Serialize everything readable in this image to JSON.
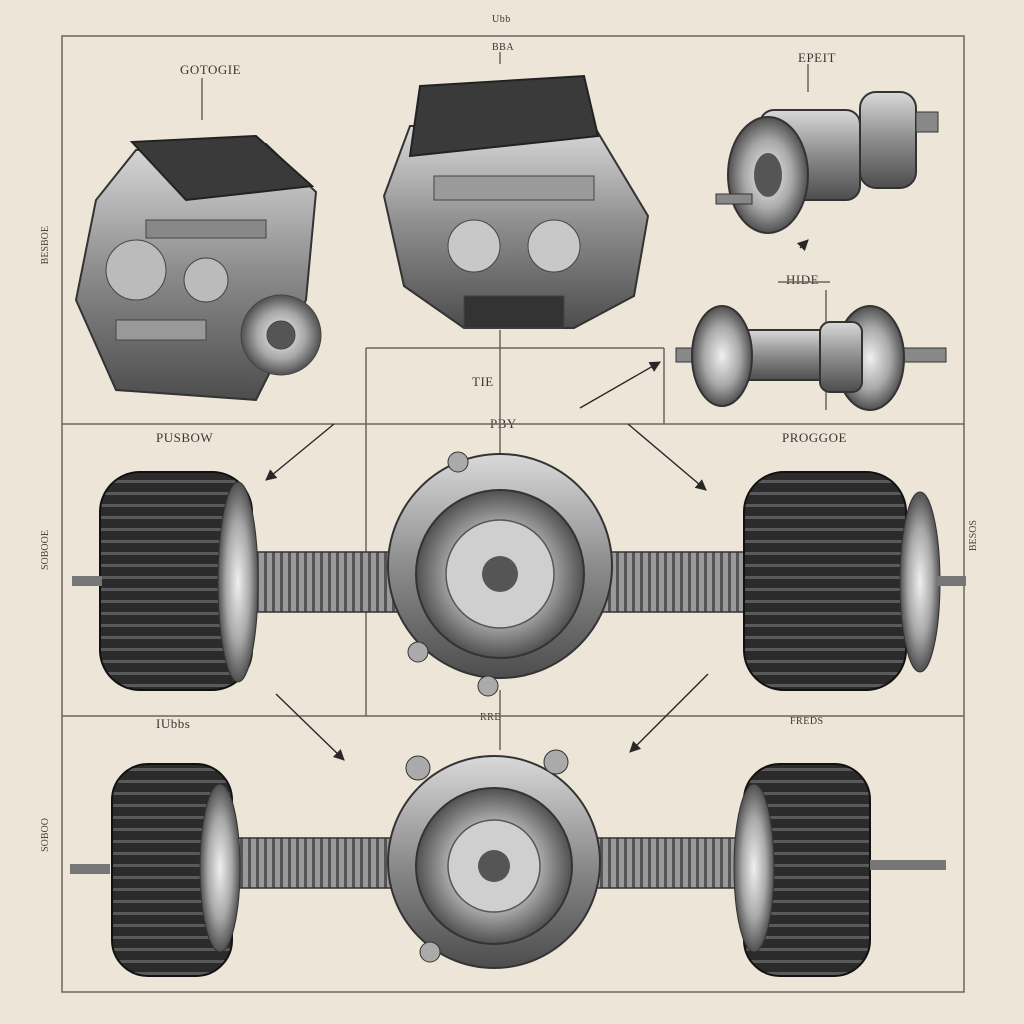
{
  "labels": {
    "top_tiny": "Ubb",
    "top_center": "BBA",
    "top_left_engine": "GOTOGIE",
    "top_right_part": "EPEIT",
    "right_mid": "HIDE",
    "center_top": "TIE",
    "center_mid": "PBY",
    "left_row2": "PUSBOW",
    "right_row2": "PROGGOE",
    "bottom_left": "IUbbs",
    "bottom_center": "RRB",
    "bottom_right": "FREDS",
    "left_vertical_1": "BESBOE",
    "left_vertical_2": "SOBOOE",
    "left_vertical_3": "SOBOO",
    "right_vertical": "BESOS"
  },
  "colors": {
    "paper": "#ede6d8",
    "ink": "#2a2826",
    "metal": "#9a9a9a",
    "tire": "#2b2b2b"
  }
}
